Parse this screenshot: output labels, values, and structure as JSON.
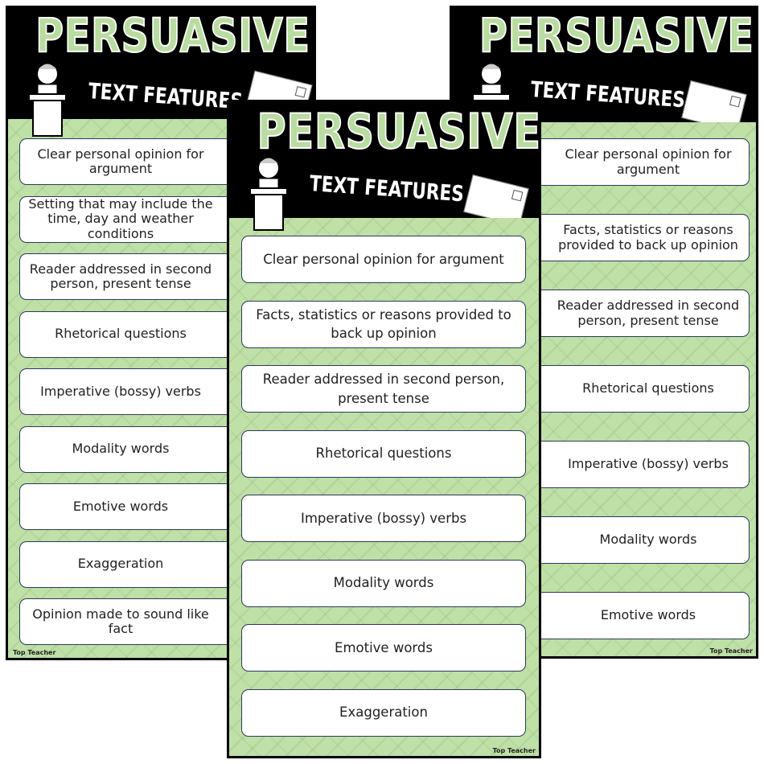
{
  "posters": {
    "left": {
      "title": "PERSUASIVE",
      "subtitle": "TEXT FEATURES",
      "brand": "Top Teacher",
      "cards": [
        "Clear personal opinion for argument",
        "Setting that may include the time, day and weather conditions",
        "Reader addressed in second person, present tense",
        "Rhetorical questions",
        "Imperative (bossy) verbs",
        "Modality words",
        "Emotive words",
        "Exaggeration",
        "Opinion made to sound like fact"
      ]
    },
    "right": {
      "title": "PERSUASIVE",
      "subtitle": "TEXT FEATURES",
      "brand": "Top Teacher",
      "cards": [
        "Clear personal opinion for argument",
        "Facts, statistics or reasons provided to back up opinion",
        "Reader addressed in second person, present tense",
        "Rhetorical questions",
        "Imperative (bossy) verbs",
        "Modality words",
        "Emotive words"
      ]
    },
    "center": {
      "title": "PERSUASIVE",
      "subtitle": "TEXT FEATURES",
      "brand": "Top Teacher",
      "cards": [
        "Clear personal opinion for argument",
        "Facts, statistics or reasons provided to back up opinion",
        "Reader addressed in second person, present tense",
        "Rhetorical questions",
        "Imperative (bossy) verbs",
        "Modality words",
        "Emotive words",
        "Exaggeration"
      ]
    }
  },
  "colors": {
    "title_green": "#b9dca0",
    "background_green": "#bfe0a6",
    "frame": "#000000"
  }
}
